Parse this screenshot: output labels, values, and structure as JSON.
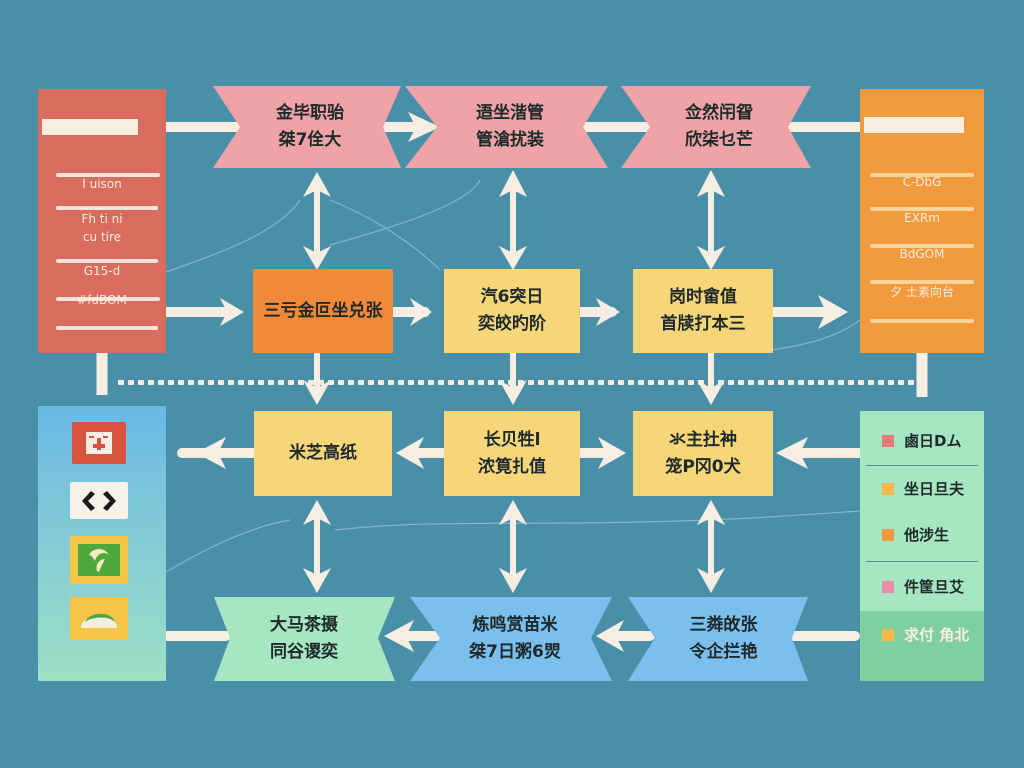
{
  "diagram": {
    "title": "",
    "colors": {
      "background": "#4a8fa8",
      "pink": "#f0a3a6",
      "orange": "#f08a3a",
      "yellow": "#f7d67a",
      "blue": "#7bbfee",
      "mint": "#a6e6c2",
      "arrow": "#f6eee2"
    },
    "left_top_panel": {
      "items": [
        "I uison",
        "Fh ti ni",
        "cu tire",
        "G15-d",
        "#fdBOM"
      ]
    },
    "right_top_panel": {
      "items": [
        "C-DbG",
        "EXRm",
        "BdGOM",
        "夕 土素向台"
      ]
    },
    "left_bottom_panel": {
      "icons": [
        "face-icon",
        "code-brackets-icon",
        "leaf-icon",
        "bread-icon"
      ]
    },
    "right_bottom_panel": {
      "legend": [
        {
          "label": "鹵日Dム",
          "color": "#e47a78"
        },
        {
          "label": "坐日旦夫",
          "color": "#f6b84a"
        },
        {
          "label": "他涉生",
          "color": "#f29a3e"
        },
        {
          "label": "件筐旦艾",
          "color": "#e88aa8"
        },
        {
          "label": "求付 角北",
          "color": "#f6b84a"
        }
      ]
    },
    "row1": [
      {
        "line1": "金毕职骀",
        "line2": "桀7佺大"
      },
      {
        "line1": "逜坐湝管",
        "line2": "管滄扰装"
      },
      {
        "line1": "佥然闬眢",
        "line2": "欣柒乜芒"
      }
    ],
    "row2": [
      {
        "line1": "三亏金叵坐兑张",
        "line2": ""
      },
      {
        "line1": "汽6突日",
        "line2": "奕皎旳阶"
      },
      {
        "line1": "岗时畲值",
        "line2": "首牍打本三"
      }
    ],
    "row3": [
      {
        "line1": "米芝高纸",
        "line2": ""
      },
      {
        "line1": "长贝牲l",
        "line2": "浓筧扎值"
      },
      {
        "line1": "氺主扗衶",
        "line2": "笼P冈0犬"
      }
    ],
    "row4": [
      {
        "line1": "大马茶摄",
        "line2": "同谷谡奕"
      },
      {
        "line1": "炼鸣赏苗米",
        "line2": "桀7日粥6焸"
      },
      {
        "line1": "三粦敀张",
        "line2": "令企拦艳"
      }
    ]
  }
}
